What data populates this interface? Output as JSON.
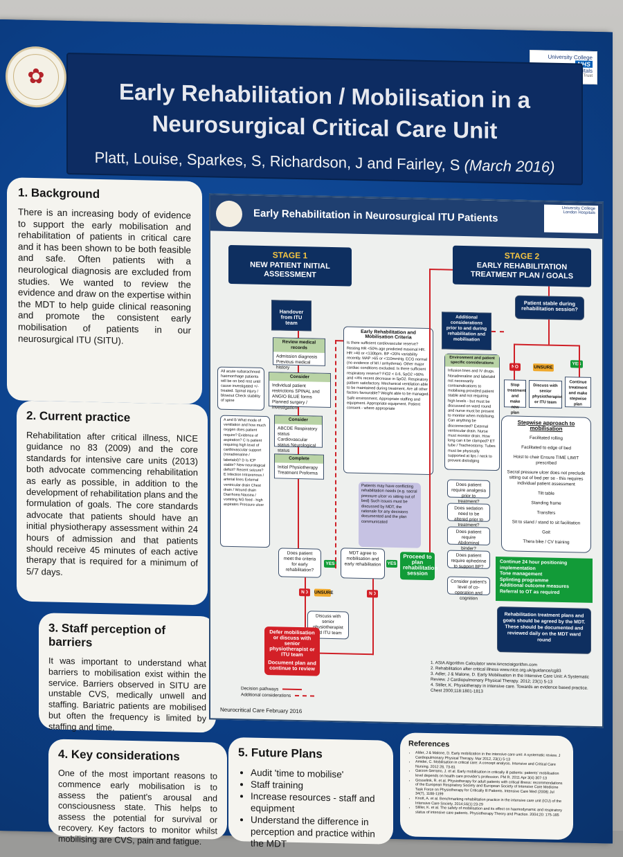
{
  "poster": {
    "title_line1": "Early Rehabilitation / Mobilisation in a",
    "title_line2": "Neurosurgical Critical Care Unit",
    "authors": "Platt, Louise, Sparkes, S, Richardson, J and Fairley, S",
    "date": "(March 2016)",
    "logo_right_line1": "University College",
    "logo_right_line2": "London Hospitals",
    "logo_right_nhs": "NHS",
    "logo_right_line3": "NHS Foundation Trust"
  },
  "sections": {
    "background": {
      "heading": "1. Background",
      "text": "There is an increasing body of evidence to support the early mobilisation and rehabilitation of patients in critical care and it has been shown to be both feasible and safe. Often patients with a neurological diagnosis are excluded from studies. We wanted to review the evidence and draw on the expertise within the MDT to help guide clinical reasoning and promote the consistent early mobilisation of patients in our neurosurgical ITU (SITU)."
    },
    "current_practice": {
      "heading": "2. Current practice",
      "text": "Rehabilitation after critical illness, NICE guidance no 83 (2009) and the core standards for intensive care units (2013) both advocate commencing rehabilitation as early as possible, in addition to the development of rehabilitation plans and the formulation of goals. The core standards advocate that patients should have an initial physiotherapy assessment within 24 hours of admission and that patients should receive 45 minutes of each active therapy that is required for a minimum of 5/7 days."
    },
    "barriers": {
      "heading": "3. Staff perception of barriers",
      "text": "It was important to understand what barriers to mobilisation exist within the service. Barriers observed in SITU are unstable CVS, medically unwell and staffing. Bariatric patients are mobilised but often the frequency is limited by staffing and time."
    },
    "key_considerations": {
      "heading": "4. Key considerations",
      "text": "One of the most important reasons to commence early mobilisation is to assess the patient's arousal and consciousness state. This helps to assess the potential for survival or recovery. Key factors to monitor whilst mobilising are CVS, pain and fatigue."
    },
    "future_plans": {
      "heading": "5. Future Plans",
      "items": [
        "Audit 'time to mobilise'",
        "Staff training",
        "Increase resources - staff and equipment",
        "Understand the difference in perception and practice within the MDT"
      ]
    },
    "references": {
      "heading": "References",
      "items": [
        "Alder, J & Malone, D. Early mobilization in the intensive care unit: A systematic review. J Cardiopulmonary Physical Therapy. Mar 2012, 23(1) 5-13",
        "Amidei, C. Mobilisation in critical care: A concept analysis. Intensive and Critical Care Nursing. 2012 28, 73-81",
        "Garzon-Serrano, J. et al. Early mobilisation in critically ill patients: patients' mobilisation level depends on health care provider's profession. PM R. 2011 Apr 3(4) 307-13",
        "Gosselink, R. et al. Physiotherapy for adult patients with critical illness: recommendations of the European Respiratory Society and European Society of Intensive Care Medicine Task Force on Physiotherapy for Critically Ill Patients. Intensive Care Med (2008) Jul 34(7), 1188-1199",
        "Knott, A. et al. Benchmarking rehabilitation practice in the intensive care unit (ICU) of the Intensive Care Society. 2014;16(1):23-29",
        "Stiller, K. et al. The safety of mobilisation and its effect on haemodynamic and respiratory status of intensive care patients. Physiotherapy Theory and Practice. 2004;20: 175-185"
      ]
    }
  },
  "diagram": {
    "title": "Early Rehabilitation in Neurosurgical ITU Patients",
    "stage1_label": "STAGE 1",
    "stage1_title": "NEW PATIENT INITIAL ASSESSMENT",
    "stage2_label": "STAGE 2",
    "stage2_title": "EARLY REHABILITATION TREATMENT PLAN / GOALS",
    "handover": "Handover from ITU team",
    "review_records": "Review medical records",
    "review_records_body": "Admission diagnosis Previous medical history",
    "consider": "Consider",
    "consider_body": "Individual patient restrictions SPINAL and ANGIO BLUE forms Planned surgery / investigations",
    "consider2": "Consider",
    "consider2_body": "ABCDE Respiratory status Cardiovascular status Neurological status",
    "complete": "Complete",
    "complete_body": "Initial Physiotherapy Treatment Proforma",
    "sah_note": "All acute subarachnoid haemorrhage patients will be on bed rest until cause investigated +/- treated. Spinal injury / blowout Check stability of spine",
    "abcde_note": "A and B What mode of ventilation and how much oxygen does patient require? Evidence of aspiration? C Is patient requiring high level of cardiovascular support (noradrenaline / labetalol)? D Is ICP stable? New neurological deficit? Recent seizure? E Infection Intravenous / arterial lines External ventricular drain Chest drain / Wound drain Diarrhoea Nausea / vomiting NG feed - high aspirates Pressure ulcer",
    "criteria_title": "Early Rehabilitation and Mobilisation Criteria",
    "criteria_body": "Is there sufficient cardiovascular reserve? Resting HR <50% age predicted maximal HR. HR >40 or <130bpm. BP <20% variability recently. MAP >65 or <110mmHg. ECG normal (no evidence of MI / arrhythmia). Other major cardiac conditions excluded. Is there sufficient respiratory reserve? FiO2 < 0.6, SpO2 >90% and <4% recent decrease in SpO2. Respiratory pattern satisfactory. Mechanical ventilation able to be maintained during treatment. Are all other factors favourable? Weight able to be managed. Safe environment. Appropriate staffing and equipment. Appropriate equipment. Patient consent - where appropriate",
    "conflict_note": "Patients may have conflicting rehabilitation needs (e.g. sacral pressure ulcer vs sitting out of bed) Such issues must be discussed by MDT, the rationale for any decisions documented and the plan communicated",
    "meets_criteria": "Does patient meet the criteria for early rehabilitation?",
    "mdt_agree": "MDT agree to mobilisation and early rehabilitation",
    "proceed": "Proceed to plan rehabilitation session",
    "discuss_senior": "Discuss with senior physiotherapist and ITU team",
    "defer": "Defer mobilisation or discuss with senior physiotherapist or ITU team",
    "defer_note": "Document plan and continue to review",
    "yes": "YES",
    "no": "NO",
    "unsure": "UNSURE",
    "additional_title": "Additional considerations prior to and during rehabilitation and mobilisation",
    "env_title": "Environment and patient specific considerations",
    "env_body": "Infusion lines and IV drugs. Noradrenaline and labetalol not necessarily contraindications to mobilising provided patient stable and not requiring high levels - but must be discussed on ward round and nurse must be present to monitor when mobilising. Can anything be disconnected? External ventricular drain. Nurse must monitor drain. How long can it be clamped? ET tube / Tracheostomy. Tubes must be physically supported at lips / neck to prevent dislodging",
    "q_analgesia": "Does patient require analgesia prior to treatment?",
    "q_sedation": "Does sedation need to be altered prior to treatment?",
    "q_binder": "Does patient require Abdominal binder? Brace/collar?",
    "q_ephedrine": "Does patient require ephedrine to support BP?",
    "q_cooperation": "Consider patient's level of co-operation and cognition",
    "stable_q": "Patient stable during rehabilitation session?",
    "stop": "Stop treatment and make new plan",
    "discuss_stage2": "Discuss with senior physiotherapist or ITU team",
    "continue": "Continue treatment and make stepwise plan",
    "stepwise_title": "Stepwise approach to mobilisation",
    "stepwise_items": [
      "Facilitated rolling",
      "Facilitated to edge of bed",
      "Hoist to chair Ensure TIME LIMIT prescribed",
      "Sacral pressure ulcer does not preclude sitting out of bed per se - this requires individual patient assessment",
      "Tilt table",
      "Standing frame",
      "Transfers",
      "Sit to stand / stand to sit facilitation",
      "Gait",
      "Thera bike / CV training"
    ],
    "continue_items": [
      "Continue 24 hour positioning implementation",
      "Tone management",
      "Splinting programme",
      "Additional outcome measures",
      "Referral to OT as required"
    ],
    "plans_box": "Rehabilitation treatment plans and goals should be agreed by the MDT. These should be documented and reviewed daily on the MDT ward round",
    "footnotes": [
      "1. ASIA Algorithm Calculator www.isncsciaigorithm.com",
      "2. Rehabilitation after critical illness www.nice.org.uk/guidance/cg83",
      "3. Adler, J & Malone, D. Early Mobilisation in the Intensive Care Unit: A Systematic Review. J Cardiopulmonary Physical Therapy. 2012; 23(1) 5-13",
      "4. Stiller, K. Physiotherapy in intensive care. Towards an evidence based practice. Chest 2000;118:1801-1813"
    ],
    "legend_decision": "Decision pathways",
    "legend_additional": "Additional considerations",
    "footer": "Neurocritical Care February 2016"
  }
}
